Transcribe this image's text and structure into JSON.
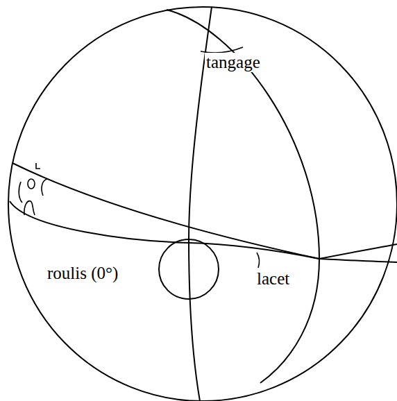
{
  "diagram": {
    "labels": [
      "tangage",
      "roulis (0°)",
      "lacet"
    ]
  }
}
